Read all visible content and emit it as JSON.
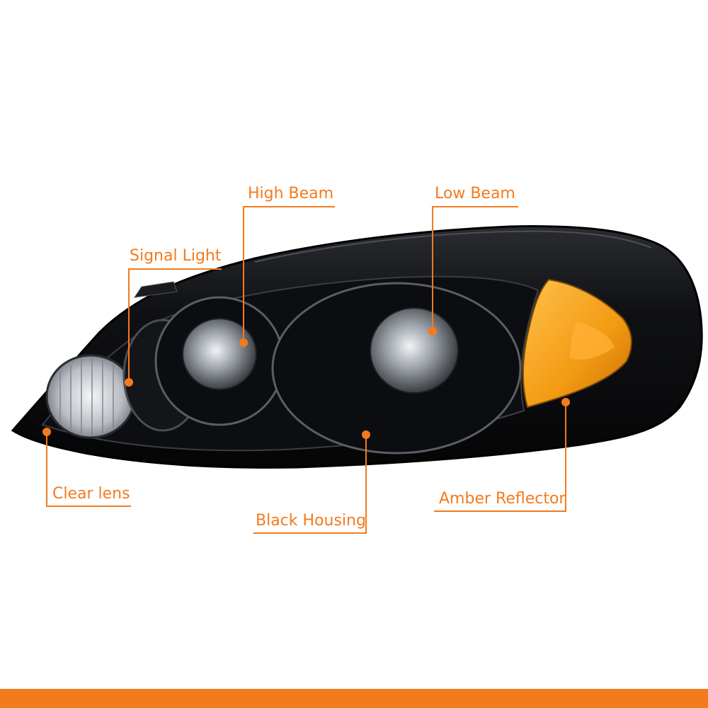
{
  "callouts": {
    "high_beam": "High Beam",
    "low_beam": "Low Beam",
    "signal_light": "Signal Light",
    "clear_lens": "Clear lens",
    "black_housing": "Black Housing",
    "amber_reflector": "Amber Reflector"
  },
  "colors": {
    "accent": "#f47a1e",
    "label_text": "#f47a1e",
    "housing": "#0b0b0d",
    "amber": "#f5a11a",
    "chrome": "#9aa0a8",
    "background": "#ffffff"
  }
}
